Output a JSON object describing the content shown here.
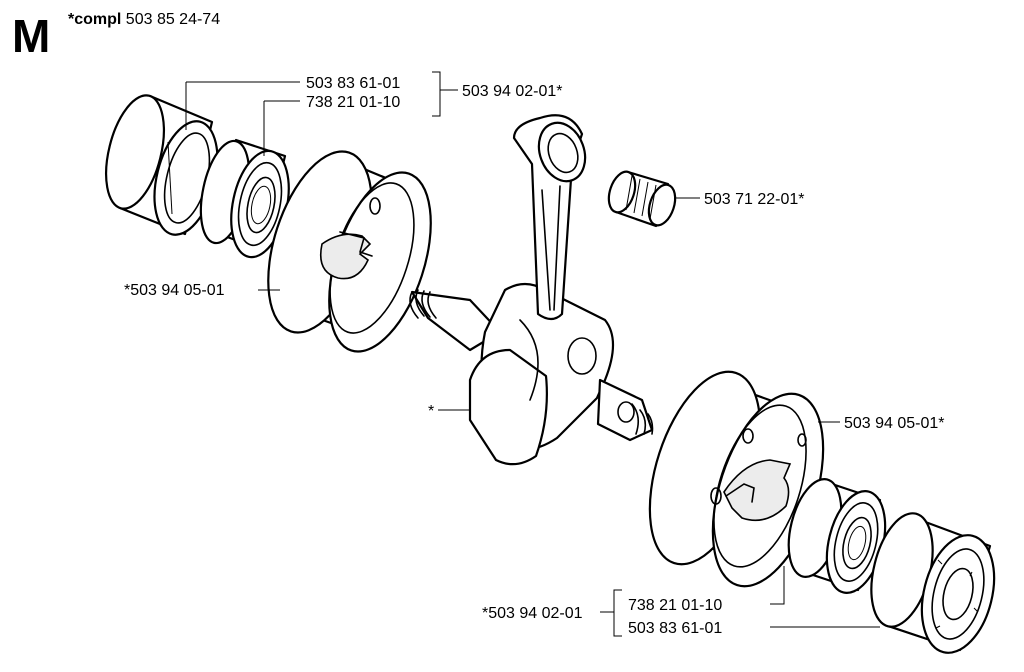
{
  "section_letter": "M",
  "compl_prefix": "*compl",
  "compl_number": "503 85 24-74",
  "labels": {
    "top_left_a": "503 83 61-01",
    "top_left_b": "738 21 01-10",
    "top_left_group": "503 94 02-01*",
    "needle_bearing": "503 71 22-01*",
    "left_flywheel_half": "*503 94 05-01",
    "crankshaft": "*",
    "right_flywheel_half": "503 94 05-01*",
    "bottom_group": "*503 94 02-01",
    "bottom_a": "738 21 01-10",
    "bottom_b": "503 83 61-01"
  }
}
